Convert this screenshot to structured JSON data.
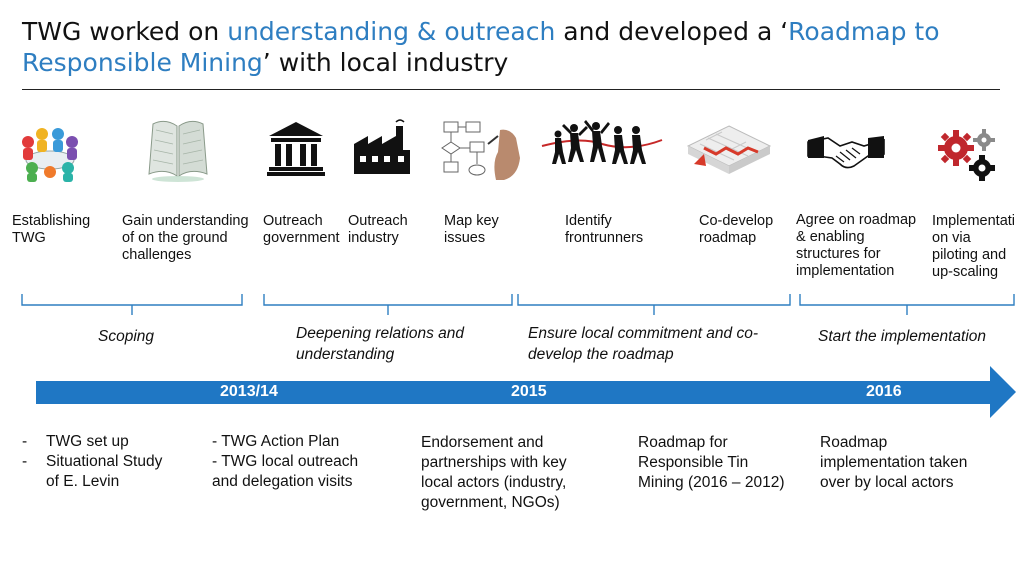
{
  "title": {
    "part1": "TWG worked on ",
    "highlight1": "understanding & outreach",
    "part2": " and developed a ‘",
    "highlight2": "Roadmap to Responsible Mining",
    "part3": "’ with local industry"
  },
  "steps": [
    {
      "label": "Establishing TWG",
      "icon": "round-table-people-icon"
    },
    {
      "label": "Gain understanding of on the ground challenges",
      "icon": "open-book-icon"
    },
    {
      "label": "Outreach government",
      "icon": "government-building-icon"
    },
    {
      "label": "Outreach industry",
      "icon": "factory-icon"
    },
    {
      "label": "Map key issues",
      "icon": "flowchart-hand-icon"
    },
    {
      "label": "Identify frontrunners",
      "icon": "runners-finish-line-icon"
    },
    {
      "label": "Co-develop roadmap",
      "icon": "maze-path-icon"
    },
    {
      "label": "Agree on roadmap & enabling structures for implementation",
      "icon": "handshake-icon"
    },
    {
      "label": "Implementati on via piloting and up-scaling",
      "icon": "gears-icon"
    }
  ],
  "phases": [
    {
      "label": "Scoping"
    },
    {
      "label": "Deepening relations and understanding"
    },
    {
      "label": "Ensure local commitment and co-develop the roadmap"
    },
    {
      "label": "Start the implementation"
    }
  ],
  "timeline": {
    "color": "#1f77c4",
    "years": [
      "2013/14",
      "2015",
      "2016"
    ]
  },
  "notes": {
    "n1": [
      "-",
      "TWG set up",
      "-",
      "Situational Study",
      "of E. Levin"
    ],
    "n2": [
      "- TWG Action Plan",
      "- TWG local outreach",
      "and delegation visits"
    ],
    "n3": [
      "Endorsement and",
      "partnerships with key",
      "local actors (industry,",
      "government, NGOs)"
    ],
    "n4": [
      "Roadmap for",
      "Responsible  Tin",
      "Mining (2016 – 2012)"
    ],
    "n5": [
      "Roadmap",
      "implementation taken",
      "over by local actors"
    ]
  },
  "colors": {
    "accent": "#2e7ec1",
    "bracket": "#2f7fc1",
    "gear_red": "#c0272d",
    "gear_gray": "#666666"
  }
}
